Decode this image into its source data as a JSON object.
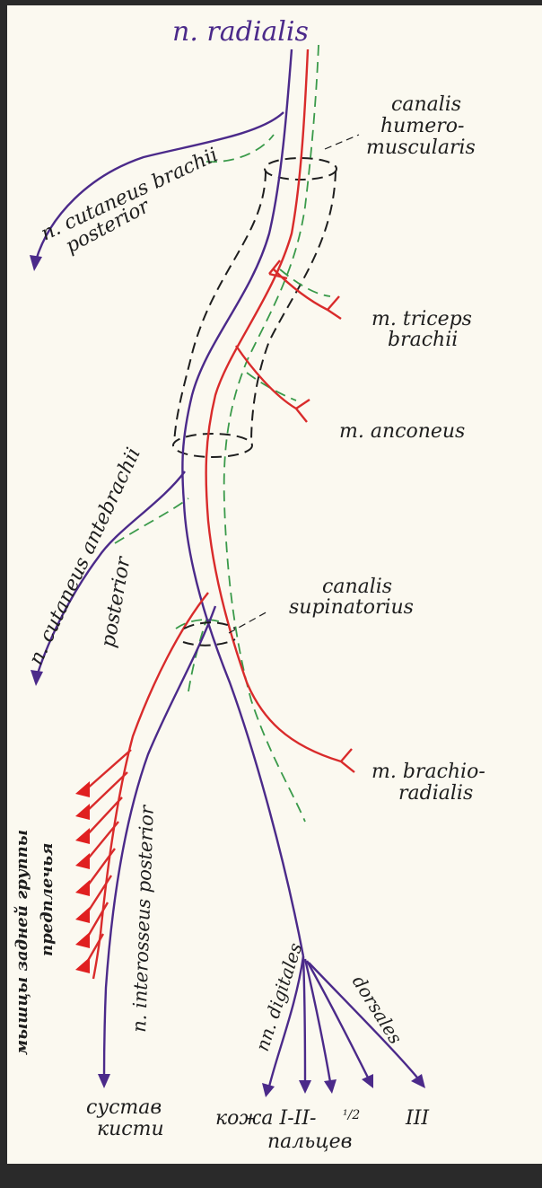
{
  "labels": {
    "title": "n. radialis",
    "canalis_humeromuscularis": [
      "canalis",
      "humero-",
      "muscularis"
    ],
    "cutaneus_brachii": [
      "n. cutaneus brachii",
      "posterior"
    ],
    "triceps": [
      "m. triceps",
      "brachii"
    ],
    "anconeus": "m. anconeus",
    "cutaneus_antebrachii": [
      "n. cutaneus antebrachii",
      "posterior"
    ],
    "canalis_supinatorius": [
      "canalis",
      "supinatorius"
    ],
    "brachioradialis": [
      "m. brachio-",
      "radialis"
    ],
    "muscles_forearm": [
      "мышцы задней группы",
      "предплечья"
    ],
    "interosseus": "n. interosseus posterior",
    "digitales": "nn. digitales",
    "dorsales": "dorsales",
    "joint": [
      "сустав",
      "кисти"
    ],
    "skin": [
      "кожа I-II-",
      "¹/2",
      "III",
      "пальцев"
    ]
  },
  "colors": {
    "nerve_sensory": "#4b2a8a",
    "nerve_motor": "#d92b2b",
    "vessel_dashed": "#3a9a4a",
    "canal_outline": "#1e1e1e",
    "background": "#fbf9f0"
  }
}
